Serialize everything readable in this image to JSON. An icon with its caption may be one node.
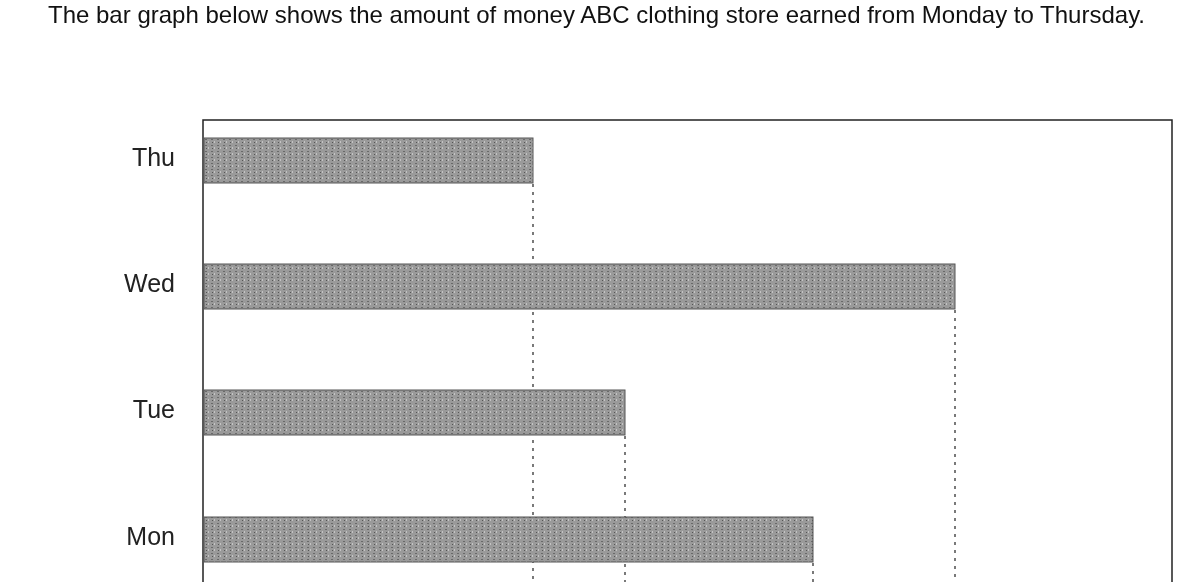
{
  "diagram": {
    "title": "The bar graph below shows the amount of money ABC clothing store earned from Monday to Thursday.",
    "labels": [
      "Thu",
      "Wed",
      "Tue",
      "Mon"
    ]
  }
}
